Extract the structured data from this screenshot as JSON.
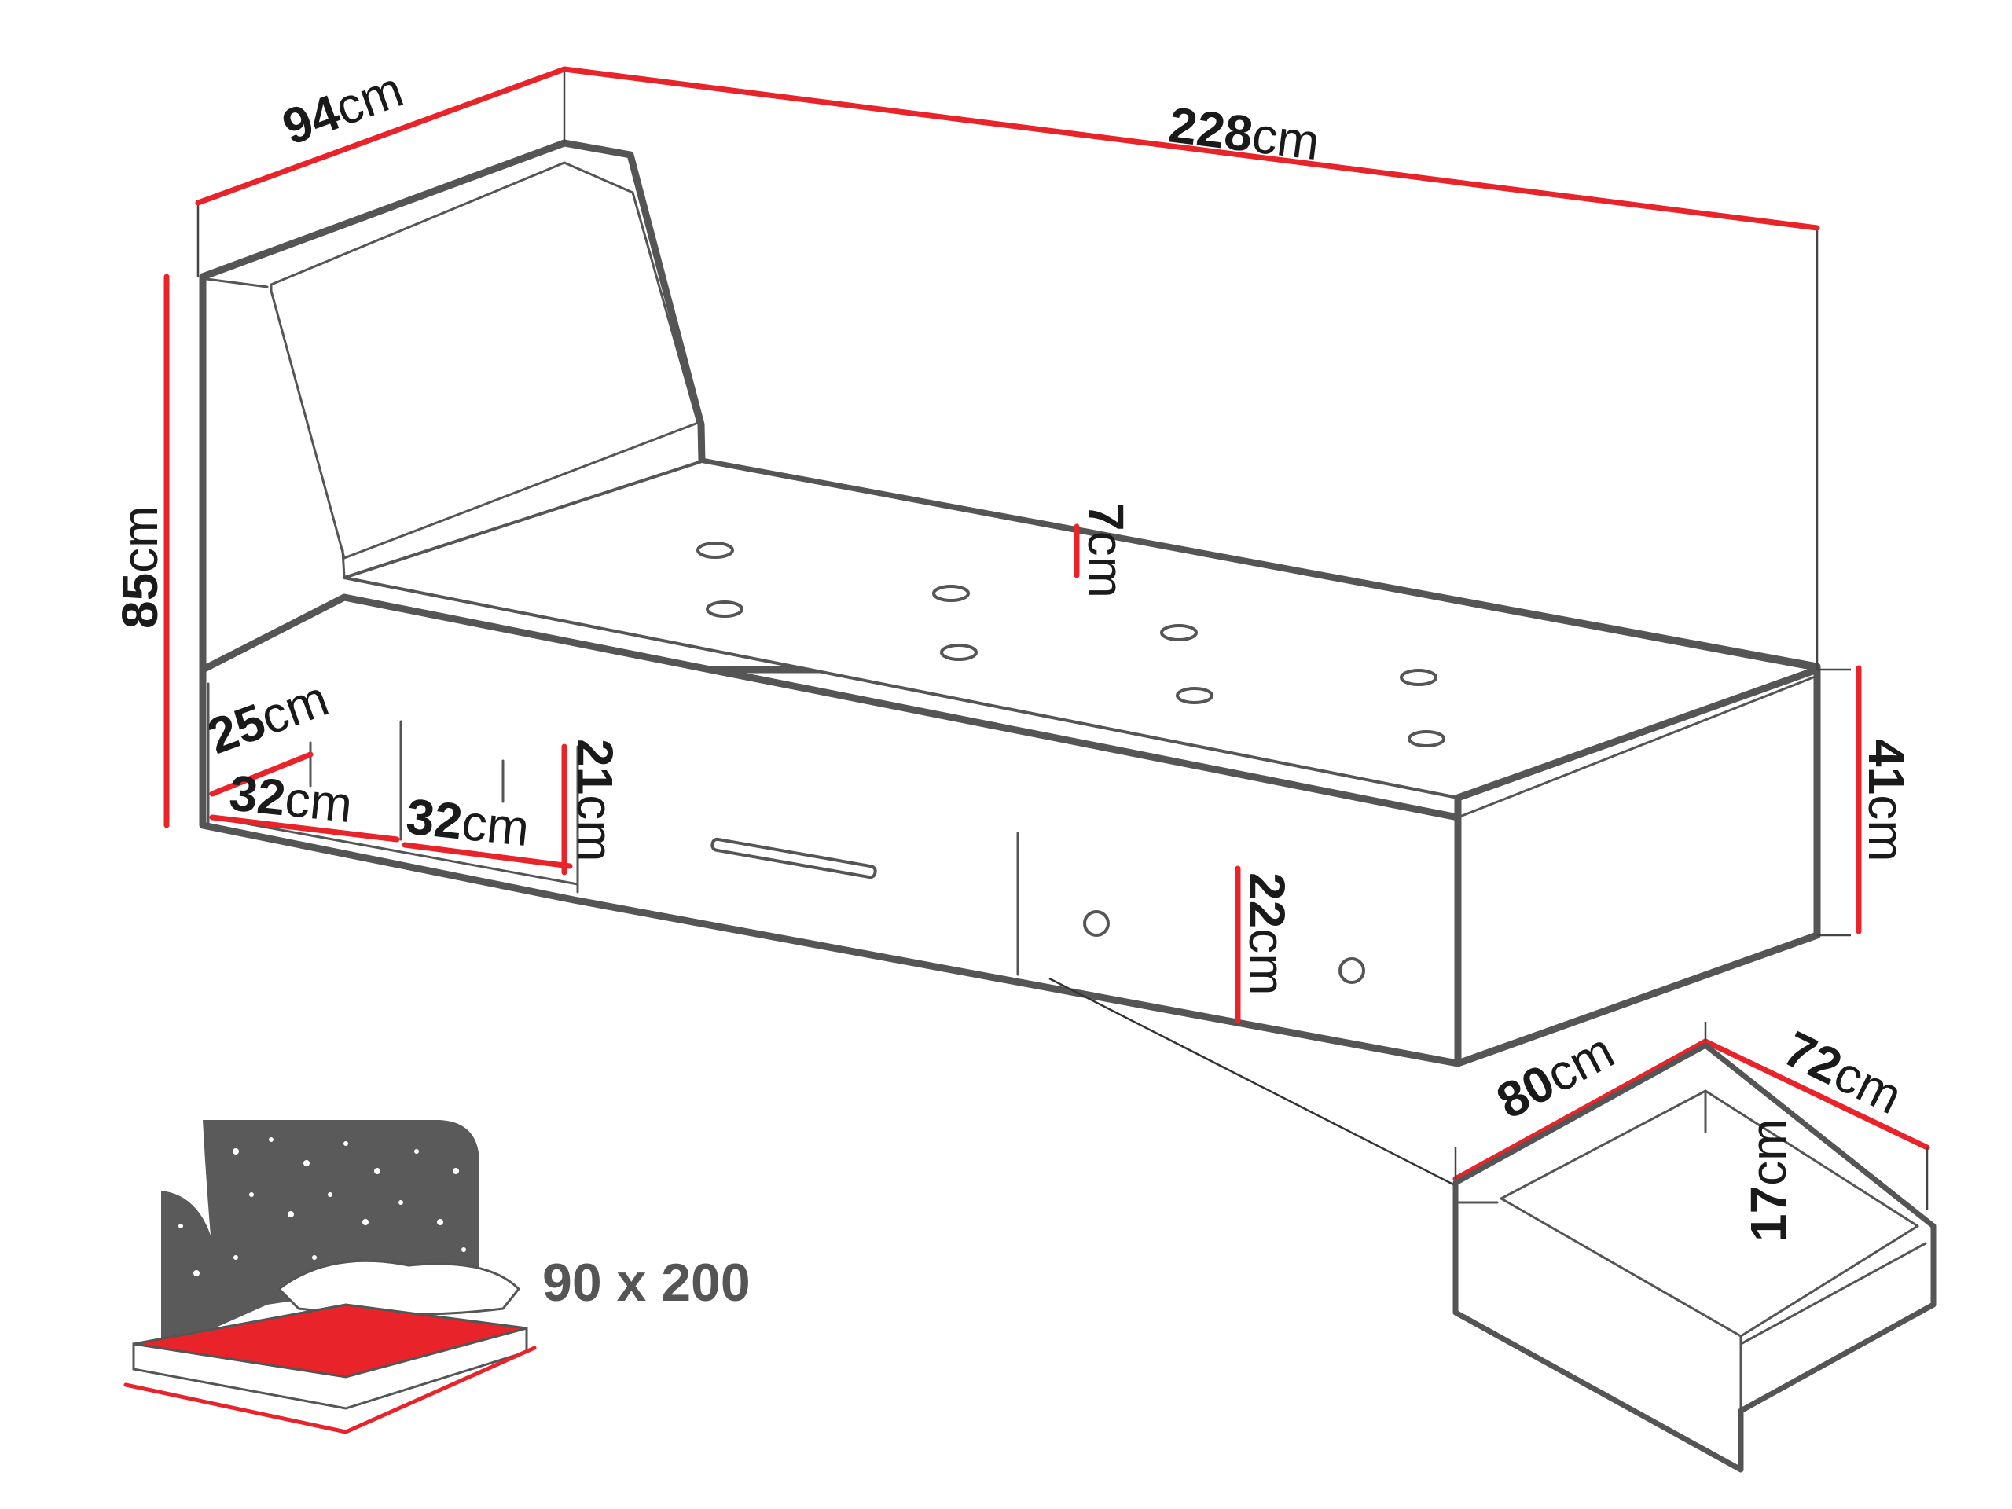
{
  "dimensions": {
    "depth": {
      "value": "94",
      "unit": "cm"
    },
    "length": {
      "value": "228",
      "unit": "cm"
    },
    "height": {
      "value": "85",
      "unit": "cm"
    },
    "mattress_thickness": {
      "value": "7",
      "unit": "cm"
    },
    "side_height": {
      "value": "41",
      "unit": "cm"
    },
    "shelf_depth": {
      "value": "25",
      "unit": "cm"
    },
    "shelf_width_1": {
      "value": "32",
      "unit": "cm"
    },
    "shelf_width_2": {
      "value": "32",
      "unit": "cm"
    },
    "shelf_height": {
      "value": "21",
      "unit": "cm"
    },
    "drawer_front_height": {
      "value": "22",
      "unit": "cm"
    },
    "drawer_width": {
      "value": "80",
      "unit": "cm"
    },
    "drawer_depth": {
      "value": "72",
      "unit": "cm"
    },
    "drawer_inner_height": {
      "value": "17",
      "unit": "cm"
    }
  },
  "mattress": {
    "size": "90 x 200"
  },
  "colors": {
    "dimension_line": "#e8242a",
    "outline": "#555555",
    "mattress_top": "#e8242a",
    "headboard_print": "#5a5a5a"
  }
}
